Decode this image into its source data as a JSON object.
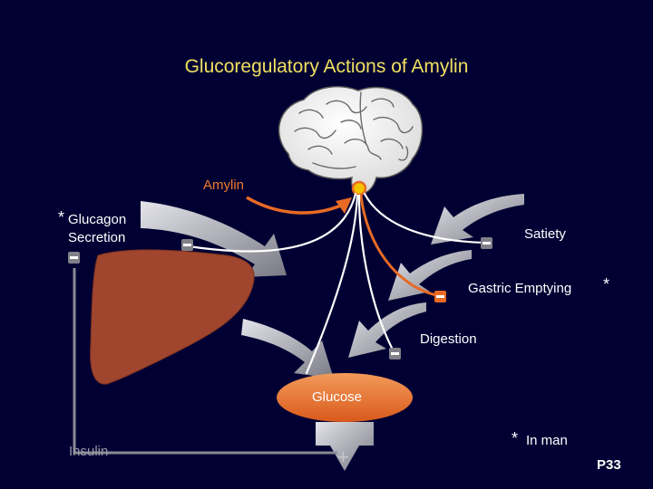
{
  "title": "Glucoregulatory Actions of Amylin",
  "labels": {
    "amylin": "Amylin",
    "glucagon_marker": "*",
    "glucagon_line1": "Glucagon",
    "glucagon_line2": "Secretion",
    "satiety": "Satiety",
    "gastric_emptying": "Gastric Emptying",
    "gastric_marker": "*",
    "digestion": "Digestion",
    "glucose": "Glucose",
    "insulin": "Insulin",
    "footnote_marker": "*",
    "footnote_text": "In man",
    "slide_number": "P33"
  },
  "colors": {
    "background": "#000033",
    "title": "#f0e060",
    "amylin": "#f07a2a",
    "liver": "#a0452e",
    "glucose": "#e8692a",
    "arrow": "#b8b8c0",
    "neuron": "#ffffff"
  }
}
